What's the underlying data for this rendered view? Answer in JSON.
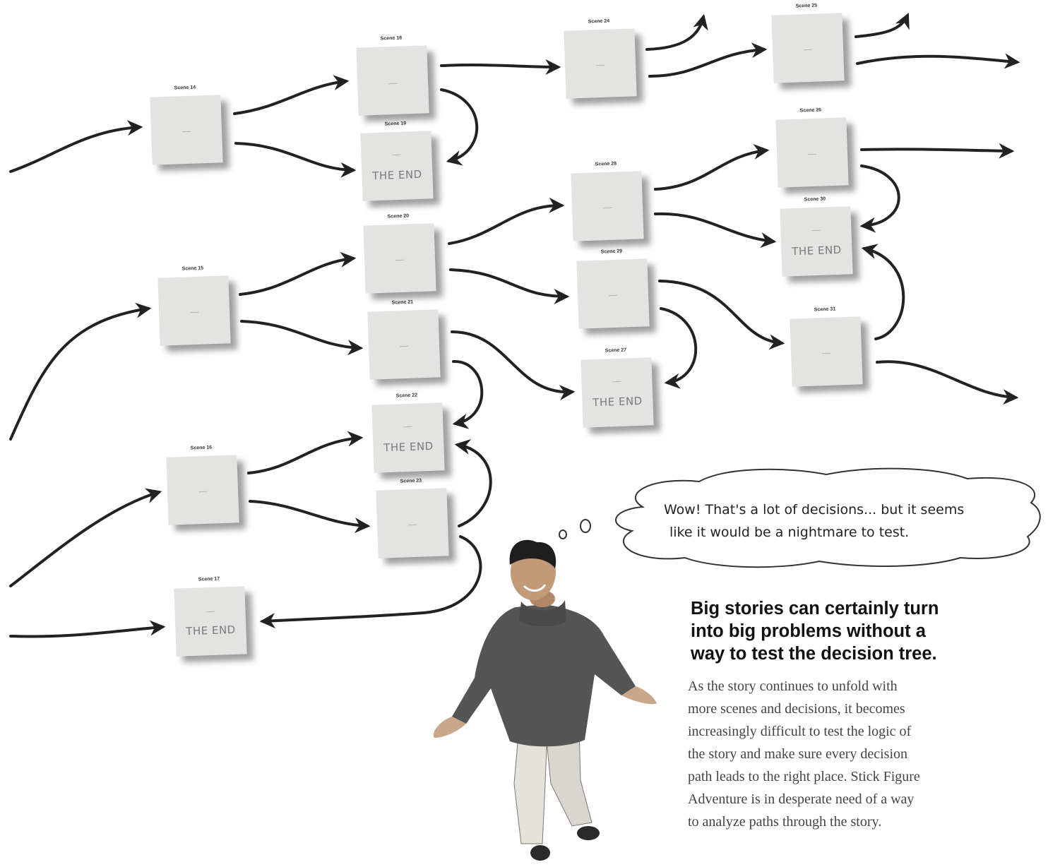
{
  "scenes": [
    {
      "id": "s14",
      "label": "Scene 14",
      "end_text": ""
    },
    {
      "id": "s15",
      "label": "Scene 15",
      "end_text": ""
    },
    {
      "id": "s16",
      "label": "Scene 16",
      "end_text": ""
    },
    {
      "id": "s17",
      "label": "Scene 17",
      "end_text": "THE END"
    },
    {
      "id": "s18",
      "label": "Scene 18",
      "end_text": ""
    },
    {
      "id": "s19",
      "label": "Scene 19",
      "end_text": "THE END"
    },
    {
      "id": "s20",
      "label": "Scene 20",
      "end_text": ""
    },
    {
      "id": "s21",
      "label": "Scene 21",
      "end_text": ""
    },
    {
      "id": "s22",
      "label": "Scene 22",
      "end_text": "THE END"
    },
    {
      "id": "s23",
      "label": "Scene 23",
      "end_text": ""
    },
    {
      "id": "s24",
      "label": "Scene 24",
      "end_text": ""
    },
    {
      "id": "s25",
      "label": "Scene 25",
      "end_text": ""
    },
    {
      "id": "s26",
      "label": "Scene 26",
      "end_text": ""
    },
    {
      "id": "s27",
      "label": "Scene 27",
      "end_text": "THE END"
    },
    {
      "id": "s28",
      "label": "Scene 28",
      "end_text": ""
    },
    {
      "id": "s29",
      "label": "Scene 29",
      "end_text": ""
    },
    {
      "id": "s30",
      "label": "Scene 30",
      "end_text": "THE END"
    },
    {
      "id": "s31",
      "label": "Scene 31",
      "end_text": ""
    }
  ],
  "thought_bubble": {
    "line1": "Wow! That's a lot of decisions... but it seems",
    "line2": "like it would be a nightmare to test."
  },
  "headline": [
    "Big stories can certainly turn",
    "into big problems without a",
    "way to test the decision tree."
  ],
  "body_lines": [
    "As the story continues to unfold with",
    "more scenes and decisions, it becomes",
    "increasingly difficult to test the logic of",
    "the story and make sure every decision",
    "path leads to the right place. Stick Figure",
    "Adventure is in desperate need of a way",
    "to analyze paths through the story."
  ],
  "colors": {
    "arrow": "#222222",
    "scene_fill": "#e3e3e1",
    "sweater": "#555555"
  }
}
